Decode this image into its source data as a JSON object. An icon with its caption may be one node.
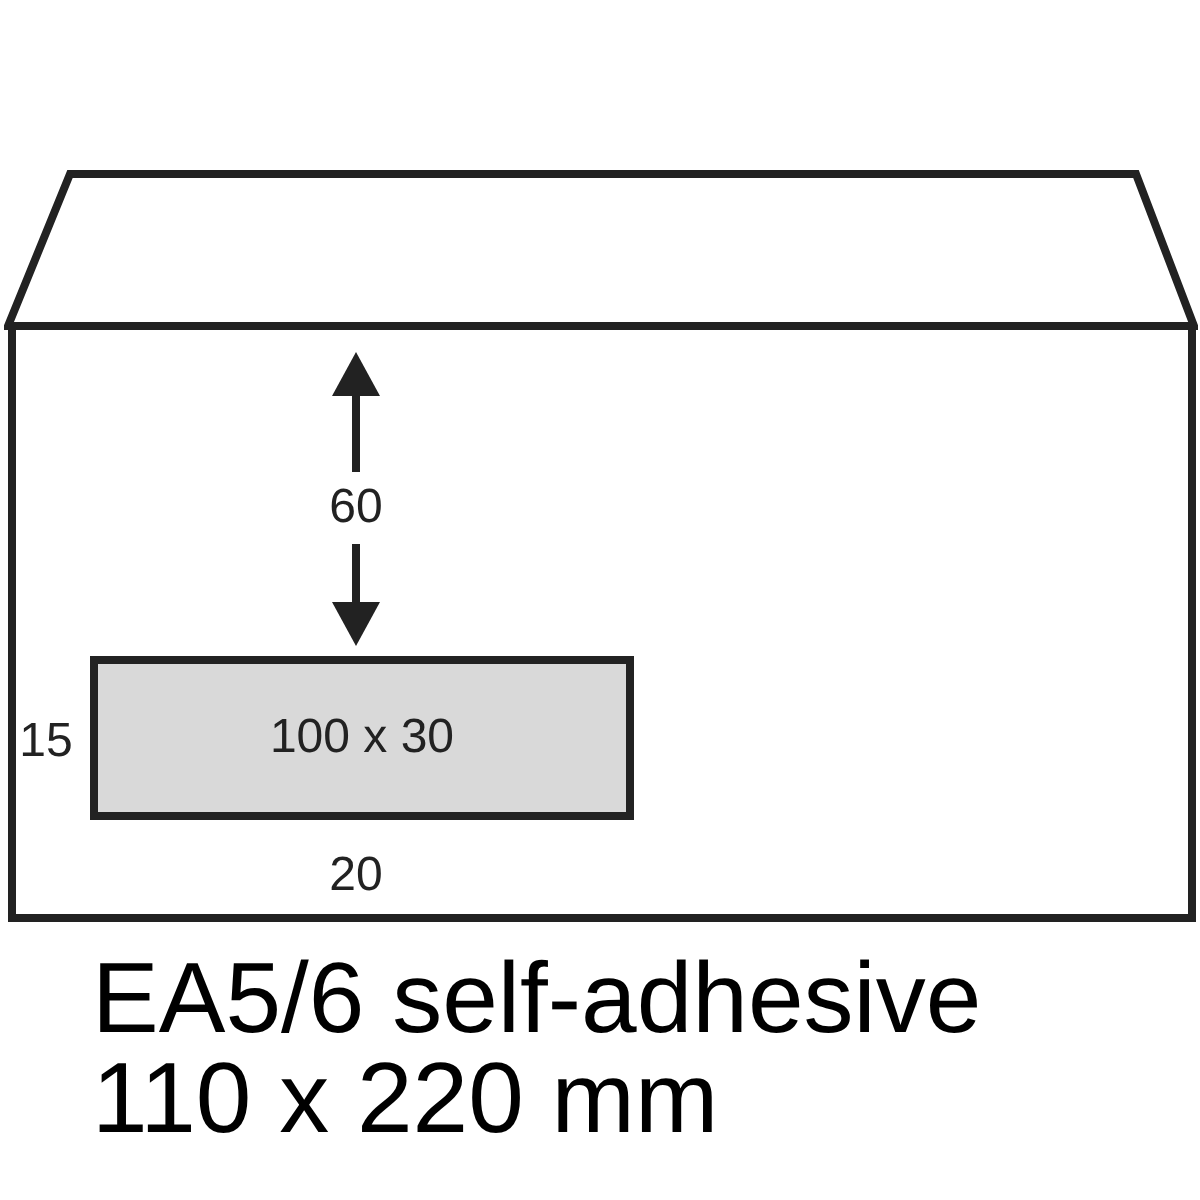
{
  "diagram": {
    "caption": "EA5/6 self-adhesive 110 x 220 mm",
    "nodes": [
      {
        "text": [],
        "shape": "trapezoid"
      },
      {
        "text": [],
        "shape": "box"
      },
      {
        "text": [
          "100 x 30"
        ],
        "in": 1
      }
    ],
    "labels": [
      "60",
      "15",
      "20"
    ]
  }
}
